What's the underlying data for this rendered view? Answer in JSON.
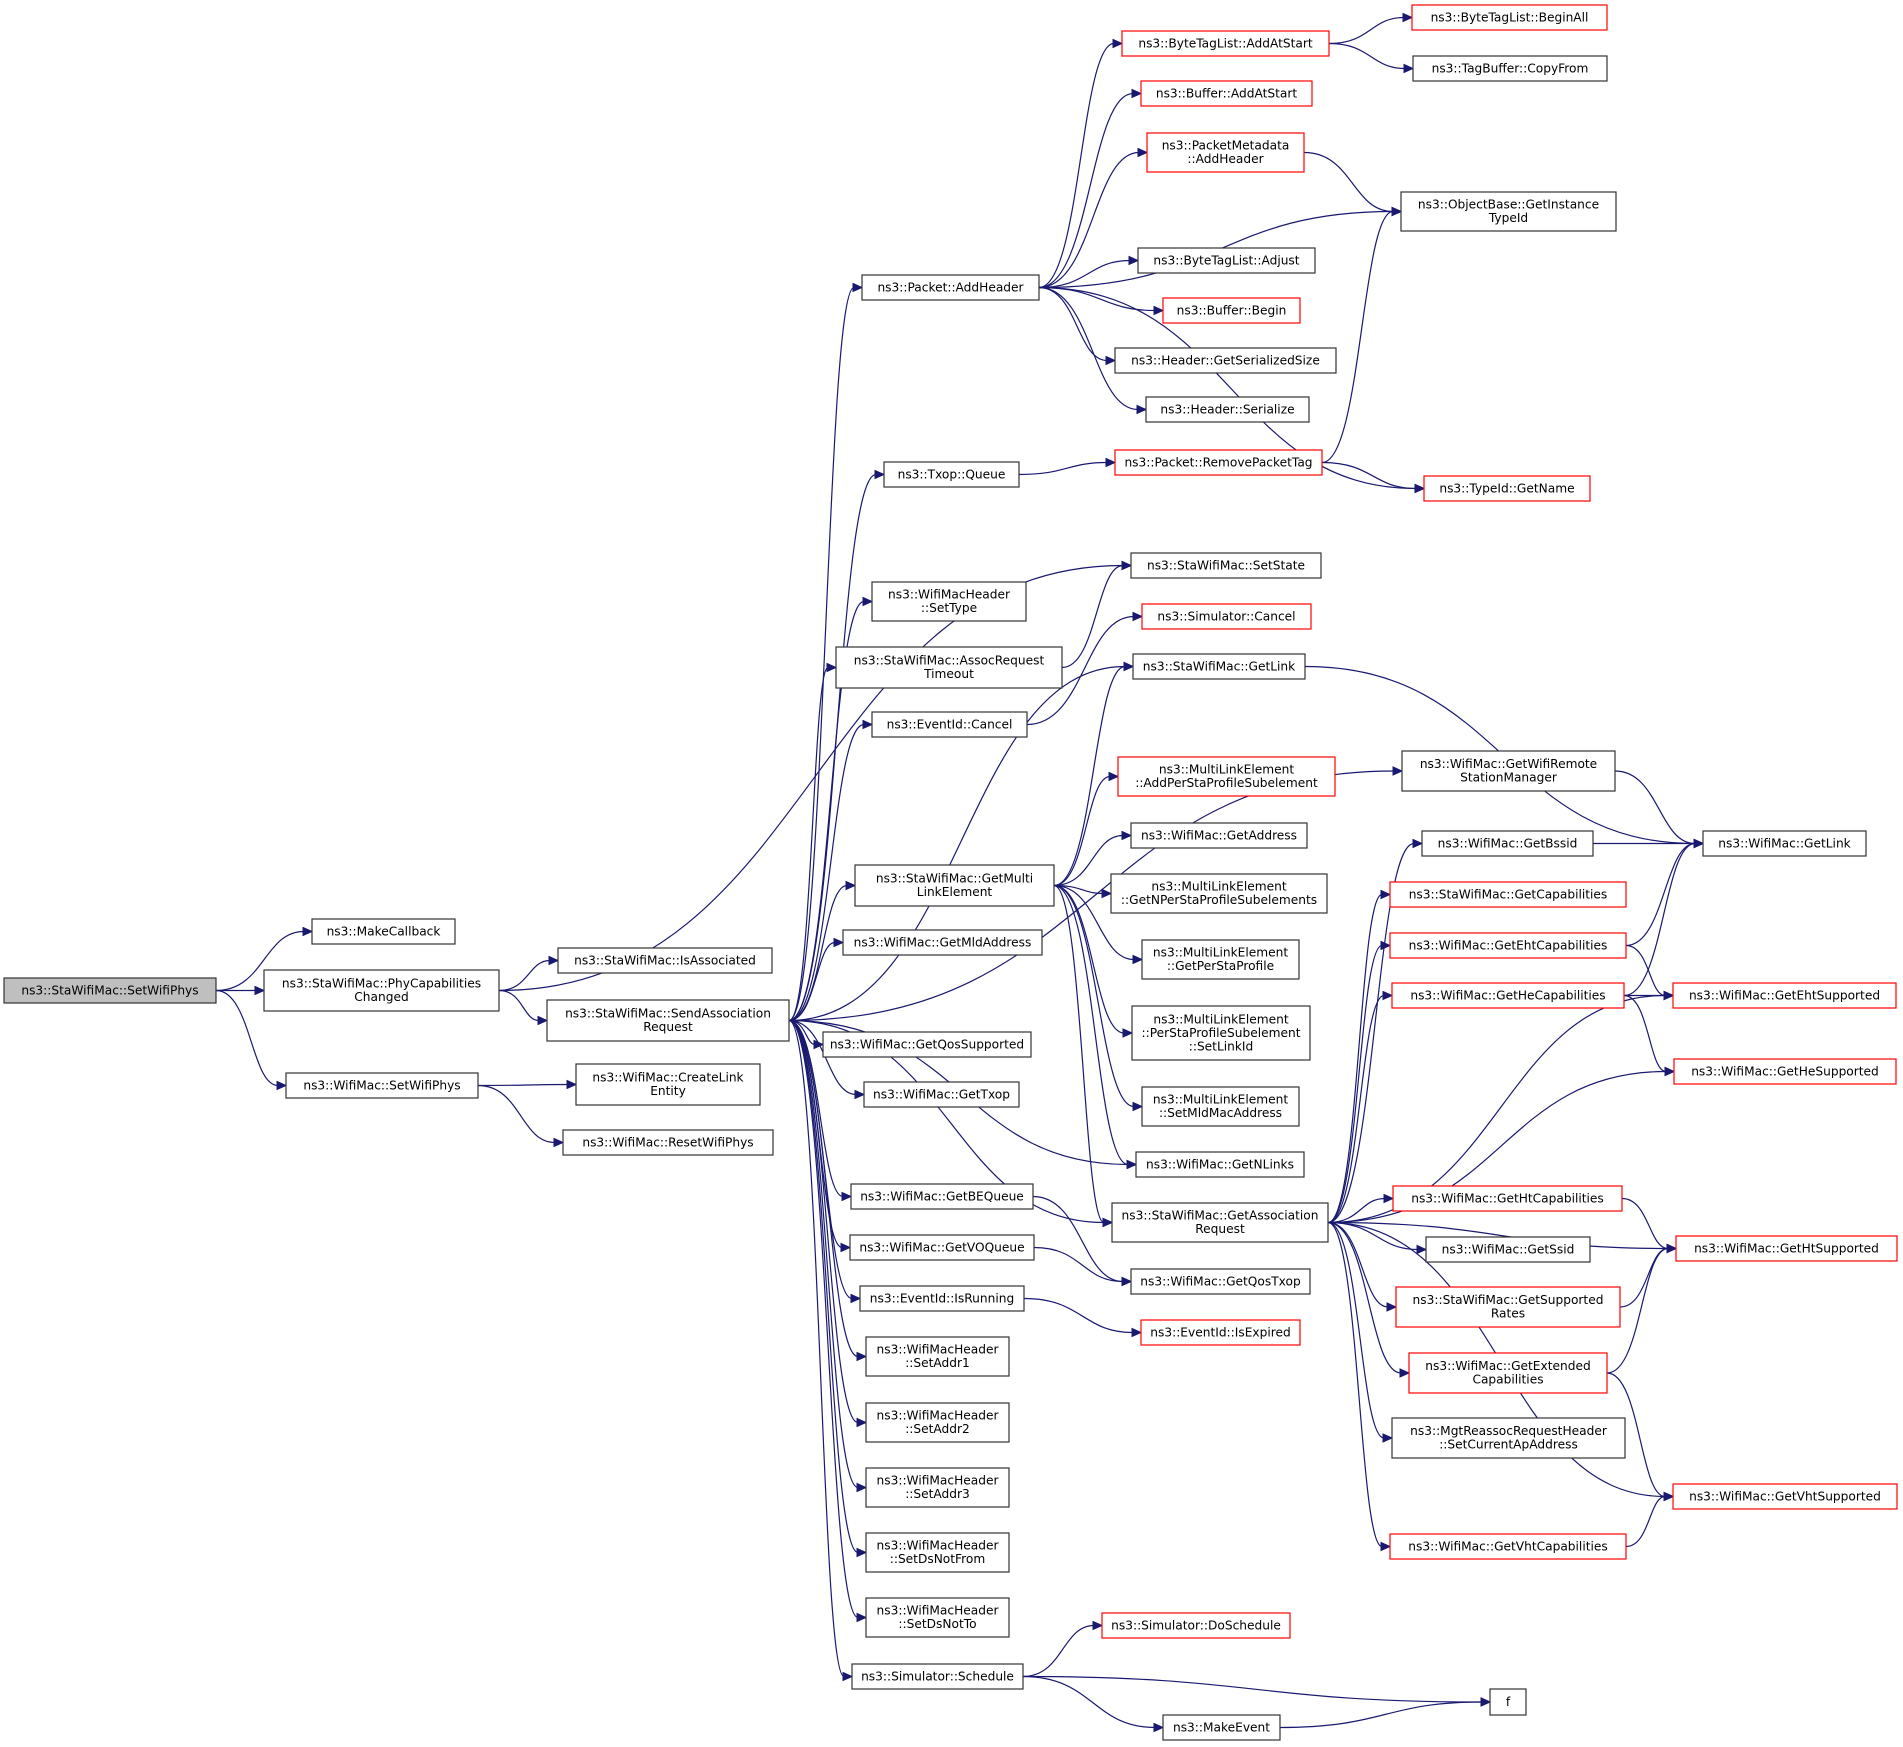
{
  "title": "ns3::StaWifiMac::SetWifiPhys call graph",
  "colors": {
    "edge": "#191970",
    "root_fill": "#bfbfbf",
    "node_border": "#333333",
    "truncated_border": "#ff0000"
  },
  "nodes": [
    {
      "id": "root",
      "lines": [
        "ns3::StaWifiMac::SetWifiPhys"
      ],
      "style": "root"
    },
    {
      "id": "makecallback",
      "lines": [
        "ns3::MakeCallback"
      ],
      "style": "normal"
    },
    {
      "id": "phycap",
      "lines": [
        "ns3::StaWifiMac::PhyCapabilities",
        "Changed"
      ],
      "style": "normal"
    },
    {
      "id": "wm_setwifiphys",
      "lines": [
        "ns3::WifiMac::SetWifiPhys"
      ],
      "style": "normal"
    },
    {
      "id": "isassociated",
      "lines": [
        "ns3::StaWifiMac::IsAssociated"
      ],
      "style": "normal"
    },
    {
      "id": "sendassoc",
      "lines": [
        "ns3::StaWifiMac::SendAssociation",
        "Request"
      ],
      "style": "normal"
    },
    {
      "id": "createlink",
      "lines": [
        "ns3::WifiMac::CreateLink",
        "Entity"
      ],
      "style": "normal"
    },
    {
      "id": "resetwifiphys",
      "lines": [
        "ns3::WifiMac::ResetWifiPhys"
      ],
      "style": "normal"
    },
    {
      "id": "pkt_addheader",
      "lines": [
        "ns3::Packet::AddHeader"
      ],
      "style": "normal"
    },
    {
      "id": "txop_queue",
      "lines": [
        "ns3::Txop::Queue"
      ],
      "style": "normal"
    },
    {
      "id": "settype",
      "lines": [
        "ns3::WifiMacHeader",
        "::SetType"
      ],
      "style": "normal"
    },
    {
      "id": "assoctimeout",
      "lines": [
        "ns3::StaWifiMac::AssocRequest",
        "Timeout"
      ],
      "style": "normal"
    },
    {
      "id": "eventid_cancel",
      "lines": [
        "ns3::EventId::Cancel"
      ],
      "style": "normal"
    },
    {
      "id": "getmultilink",
      "lines": [
        "ns3::StaWifiMac::GetMulti",
        "LinkElement"
      ],
      "style": "normal"
    },
    {
      "id": "getmldaddress",
      "lines": [
        "ns3::WifiMac::GetMldAddress"
      ],
      "style": "normal"
    },
    {
      "id": "getqossupported",
      "lines": [
        "ns3::WifiMac::GetQosSupported"
      ],
      "style": "normal"
    },
    {
      "id": "gettxop",
      "lines": [
        "ns3::WifiMac::GetTxop"
      ],
      "style": "normal"
    },
    {
      "id": "getbequeue",
      "lines": [
        "ns3::WifiMac::GetBEQueue"
      ],
      "style": "normal"
    },
    {
      "id": "getvoqueue",
      "lines": [
        "ns3::WifiMac::GetVOQueue"
      ],
      "style": "normal"
    },
    {
      "id": "isrunning",
      "lines": [
        "ns3::EventId::IsRunning"
      ],
      "style": "normal"
    },
    {
      "id": "setaddr1",
      "lines": [
        "ns3::WifiMacHeader",
        "::SetAddr1"
      ],
      "style": "normal"
    },
    {
      "id": "setaddr2",
      "lines": [
        "ns3::WifiMacHeader",
        "::SetAddr2"
      ],
      "style": "normal"
    },
    {
      "id": "setaddr3",
      "lines": [
        "ns3::WifiMacHeader",
        "::SetAddr3"
      ],
      "style": "normal"
    },
    {
      "id": "setdsnotfrom",
      "lines": [
        "ns3::WifiMacHeader",
        "::SetDsNotFrom"
      ],
      "style": "normal"
    },
    {
      "id": "setdsnotto",
      "lines": [
        "ns3::WifiMacHeader",
        "::SetDsNotTo"
      ],
      "style": "normal"
    },
    {
      "id": "sim_schedule",
      "lines": [
        "ns3::Simulator::Schedule"
      ],
      "style": "normal"
    },
    {
      "id": "btl_addatstart",
      "lines": [
        "ns3::ByteTagList::AddAtStart"
      ],
      "style": "red"
    },
    {
      "id": "buf_addatstart",
      "lines": [
        "ns3::Buffer::AddAtStart"
      ],
      "style": "red"
    },
    {
      "id": "pm_addheader",
      "lines": [
        "ns3::PacketMetadata",
        "::AddHeader"
      ],
      "style": "red"
    },
    {
      "id": "btl_adjust",
      "lines": [
        "ns3::ByteTagList::Adjust"
      ],
      "style": "normal"
    },
    {
      "id": "buf_begin",
      "lines": [
        "ns3::Buffer::Begin"
      ],
      "style": "red"
    },
    {
      "id": "hdr_getsersize",
      "lines": [
        "ns3::Header::GetSerializedSize"
      ],
      "style": "normal"
    },
    {
      "id": "hdr_serialize",
      "lines": [
        "ns3::Header::Serialize"
      ],
      "style": "normal"
    },
    {
      "id": "removepackettag",
      "lines": [
        "ns3::Packet::RemovePacketTag"
      ],
      "style": "red"
    },
    {
      "id": "setstate",
      "lines": [
        "ns3::StaWifiMac::SetState"
      ],
      "style": "normal"
    },
    {
      "id": "sim_cancel",
      "lines": [
        "ns3::Simulator::Cancel"
      ],
      "style": "red"
    },
    {
      "id": "sta_getlink",
      "lines": [
        "ns3::StaWifiMac::GetLink"
      ],
      "style": "normal"
    },
    {
      "id": "mle_addpersta",
      "lines": [
        "ns3::MultiLinkElement",
        "::AddPerStaProfileSubelement"
      ],
      "style": "red"
    },
    {
      "id": "getaddress",
      "lines": [
        "ns3::WifiMac::GetAddress"
      ],
      "style": "normal"
    },
    {
      "id": "mle_getnpersta",
      "lines": [
        "ns3::MultiLinkElement",
        "::GetNPerStaProfileSubelements"
      ],
      "style": "normal"
    },
    {
      "id": "mle_getpersta",
      "lines": [
        "ns3::MultiLinkElement",
        "::GetPerStaProfile"
      ],
      "style": "normal"
    },
    {
      "id": "mle_setlinkid",
      "lines": [
        "ns3::MultiLinkElement",
        "::PerStaProfileSubelement",
        "::SetLinkId"
      ],
      "style": "normal"
    },
    {
      "id": "mle_setmld",
      "lines": [
        "ns3::MultiLinkElement",
        "::SetMldMacAddress"
      ],
      "style": "normal"
    },
    {
      "id": "getnlinks",
      "lines": [
        "ns3::WifiMac::GetNLinks"
      ],
      "style": "normal"
    },
    {
      "id": "getassocreq",
      "lines": [
        "ns3::StaWifiMac::GetAssociation",
        "Request"
      ],
      "style": "normal"
    },
    {
      "id": "getqostxop",
      "lines": [
        "ns3::WifiMac::GetQosTxop"
      ],
      "style": "normal"
    },
    {
      "id": "isexpired",
      "lines": [
        "ns3::EventId::IsExpired"
      ],
      "style": "red"
    },
    {
      "id": "doschedule",
      "lines": [
        "ns3::Simulator::DoSchedule"
      ],
      "style": "red"
    },
    {
      "id": "makeevent",
      "lines": [
        "ns3::MakeEvent"
      ],
      "style": "normal"
    },
    {
      "id": "btl_beginall",
      "lines": [
        "ns3::ByteTagList::BeginAll"
      ],
      "style": "red"
    },
    {
      "id": "tagbuf_copyfrom",
      "lines": [
        "ns3::TagBuffer::CopyFrom"
      ],
      "style": "normal"
    },
    {
      "id": "getinstancetypeid",
      "lines": [
        "ns3::ObjectBase::GetInstance",
        "TypeId"
      ],
      "style": "normal"
    },
    {
      "id": "typeid_getname",
      "lines": [
        "ns3::TypeId::GetName"
      ],
      "style": "red"
    },
    {
      "id": "getwifiremote",
      "lines": [
        "ns3::WifiMac::GetWifiRemote",
        "StationManager"
      ],
      "style": "normal"
    },
    {
      "id": "getbssid",
      "lines": [
        "ns3::WifiMac::GetBssid"
      ],
      "style": "normal"
    },
    {
      "id": "sta_getcaps",
      "lines": [
        "ns3::StaWifiMac::GetCapabilities"
      ],
      "style": "red"
    },
    {
      "id": "getehtcaps",
      "lines": [
        "ns3::WifiMac::GetEhtCapabilities"
      ],
      "style": "red"
    },
    {
      "id": "gethecaps",
      "lines": [
        "ns3::WifiMac::GetHeCapabilities"
      ],
      "style": "red"
    },
    {
      "id": "gethtcaps",
      "lines": [
        "ns3::WifiMac::GetHtCapabilities"
      ],
      "style": "red"
    },
    {
      "id": "getssid",
      "lines": [
        "ns3::WifiMac::GetSsid"
      ],
      "style": "normal"
    },
    {
      "id": "getsupportedrates",
      "lines": [
        "ns3::StaWifiMac::GetSupported",
        "Rates"
      ],
      "style": "red"
    },
    {
      "id": "getextcaps",
      "lines": [
        "ns3::WifiMac::GetExtended",
        "Capabilities"
      ],
      "style": "red"
    },
    {
      "id": "setcurrentap",
      "lines": [
        "ns3::MgtReassocRequestHeader",
        "::SetCurrentApAddress"
      ],
      "style": "normal"
    },
    {
      "id": "getvhtcaps",
      "lines": [
        "ns3::WifiMac::GetVhtCapabilities"
      ],
      "style": "red"
    },
    {
      "id": "f",
      "lines": [
        "f"
      ],
      "style": "normal"
    },
    {
      "id": "wm_getlink",
      "lines": [
        "ns3::WifiMac::GetLink"
      ],
      "style": "normal"
    },
    {
      "id": "getehtsupported",
      "lines": [
        "ns3::WifiMac::GetEhtSupported"
      ],
      "style": "red"
    },
    {
      "id": "gethesupported",
      "lines": [
        "ns3::WifiMac::GetHeSupported"
      ],
      "style": "red"
    },
    {
      "id": "gethtsupported",
      "lines": [
        "ns3::WifiMac::GetHtSupported"
      ],
      "style": "red"
    },
    {
      "id": "getvhtsupported",
      "lines": [
        "ns3::WifiMac::GetVhtSupported"
      ],
      "style": "red"
    }
  ],
  "edges": [
    [
      "root",
      "makecallback"
    ],
    [
      "root",
      "phycap"
    ],
    [
      "root",
      "wm_setwifiphys"
    ],
    [
      "phycap",
      "isassociated"
    ],
    [
      "phycap",
      "sendassoc"
    ],
    [
      "phycap",
      "setstate"
    ],
    [
      "wm_setwifiphys",
      "createlink"
    ],
    [
      "wm_setwifiphys",
      "resetwifiphys"
    ],
    [
      "sendassoc",
      "pkt_addheader"
    ],
    [
      "sendassoc",
      "txop_queue"
    ],
    [
      "sendassoc",
      "settype"
    ],
    [
      "sendassoc",
      "assoctimeout"
    ],
    [
      "sendassoc",
      "eventid_cancel"
    ],
    [
      "sendassoc",
      "sta_getlink"
    ],
    [
      "sendassoc",
      "getwifiremote"
    ],
    [
      "sendassoc",
      "getmultilink"
    ],
    [
      "sendassoc",
      "getmldaddress"
    ],
    [
      "sendassoc",
      "getnlinks"
    ],
    [
      "sendassoc",
      "getqossupported"
    ],
    [
      "sendassoc",
      "gettxop"
    ],
    [
      "sendassoc",
      "getassocreq"
    ],
    [
      "sendassoc",
      "getbequeue"
    ],
    [
      "sendassoc",
      "getvoqueue"
    ],
    [
      "sendassoc",
      "isrunning"
    ],
    [
      "sendassoc",
      "setaddr1"
    ],
    [
      "sendassoc",
      "setaddr2"
    ],
    [
      "sendassoc",
      "setaddr3"
    ],
    [
      "sendassoc",
      "setdsnotfrom"
    ],
    [
      "sendassoc",
      "setdsnotto"
    ],
    [
      "sendassoc",
      "sim_schedule"
    ],
    [
      "pkt_addheader",
      "btl_addatstart"
    ],
    [
      "pkt_addheader",
      "buf_addatstart"
    ],
    [
      "pkt_addheader",
      "pm_addheader"
    ],
    [
      "pkt_addheader",
      "getinstancetypeid"
    ],
    [
      "pkt_addheader",
      "btl_adjust"
    ],
    [
      "pkt_addheader",
      "buf_begin"
    ],
    [
      "pkt_addheader",
      "hdr_getsersize"
    ],
    [
      "pkt_addheader",
      "hdr_serialize"
    ],
    [
      "pkt_addheader",
      "typeid_getname"
    ],
    [
      "btl_addatstart",
      "btl_beginall"
    ],
    [
      "btl_addatstart",
      "tagbuf_copyfrom"
    ],
    [
      "pm_addheader",
      "getinstancetypeid"
    ],
    [
      "txop_queue",
      "removepackettag"
    ],
    [
      "removepackettag",
      "getinstancetypeid"
    ],
    [
      "removepackettag",
      "typeid_getname"
    ],
    [
      "assoctimeout",
      "setstate"
    ],
    [
      "eventid_cancel",
      "sim_cancel"
    ],
    [
      "sta_getlink",
      "wm_getlink"
    ],
    [
      "getwifiremote",
      "wm_getlink"
    ],
    [
      "getmultilink",
      "sta_getlink"
    ],
    [
      "getmultilink",
      "mle_addpersta"
    ],
    [
      "getmultilink",
      "getaddress"
    ],
    [
      "getmultilink",
      "mle_getnpersta"
    ],
    [
      "getmultilink",
      "mle_getpersta"
    ],
    [
      "getmultilink",
      "mle_setlinkid"
    ],
    [
      "getmultilink",
      "mle_setmld"
    ],
    [
      "getmultilink",
      "getnlinks"
    ],
    [
      "getmultilink",
      "getassocreq"
    ],
    [
      "getbequeue",
      "getqostxop"
    ],
    [
      "getvoqueue",
      "getqostxop"
    ],
    [
      "isrunning",
      "isexpired"
    ],
    [
      "sim_schedule",
      "doschedule"
    ],
    [
      "sim_schedule",
      "f"
    ],
    [
      "sim_schedule",
      "makeevent"
    ],
    [
      "makeevent",
      "f"
    ],
    [
      "getassocreq",
      "getbssid"
    ],
    [
      "getassocreq",
      "sta_getcaps"
    ],
    [
      "getassocreq",
      "getehtcaps"
    ],
    [
      "getassocreq",
      "gethecaps"
    ],
    [
      "getassocreq",
      "getehtsupported"
    ],
    [
      "getassocreq",
      "gethesupported"
    ],
    [
      "getassocreq",
      "gethtcaps"
    ],
    [
      "getassocreq",
      "gethtsupported"
    ],
    [
      "getassocreq",
      "getssid"
    ],
    [
      "getassocreq",
      "getsupportedrates"
    ],
    [
      "getassocreq",
      "getextcaps"
    ],
    [
      "getassocreq",
      "setcurrentap"
    ],
    [
      "getassocreq",
      "getvhtsupported"
    ],
    [
      "getassocreq",
      "getvhtcaps"
    ],
    [
      "getbssid",
      "wm_getlink"
    ],
    [
      "getehtcaps",
      "wm_getlink"
    ],
    [
      "getehtcaps",
      "getehtsupported"
    ],
    [
      "gethecaps",
      "wm_getlink"
    ],
    [
      "gethecaps",
      "getehtsupported"
    ],
    [
      "gethecaps",
      "gethesupported"
    ],
    [
      "gethtcaps",
      "gethtsupported"
    ],
    [
      "getsupportedrates",
      "gethtsupported"
    ],
    [
      "getextcaps",
      "gethtsupported"
    ],
    [
      "getextcaps",
      "getvhtsupported"
    ],
    [
      "getvhtcaps",
      "getvhtsupported"
    ]
  ]
}
